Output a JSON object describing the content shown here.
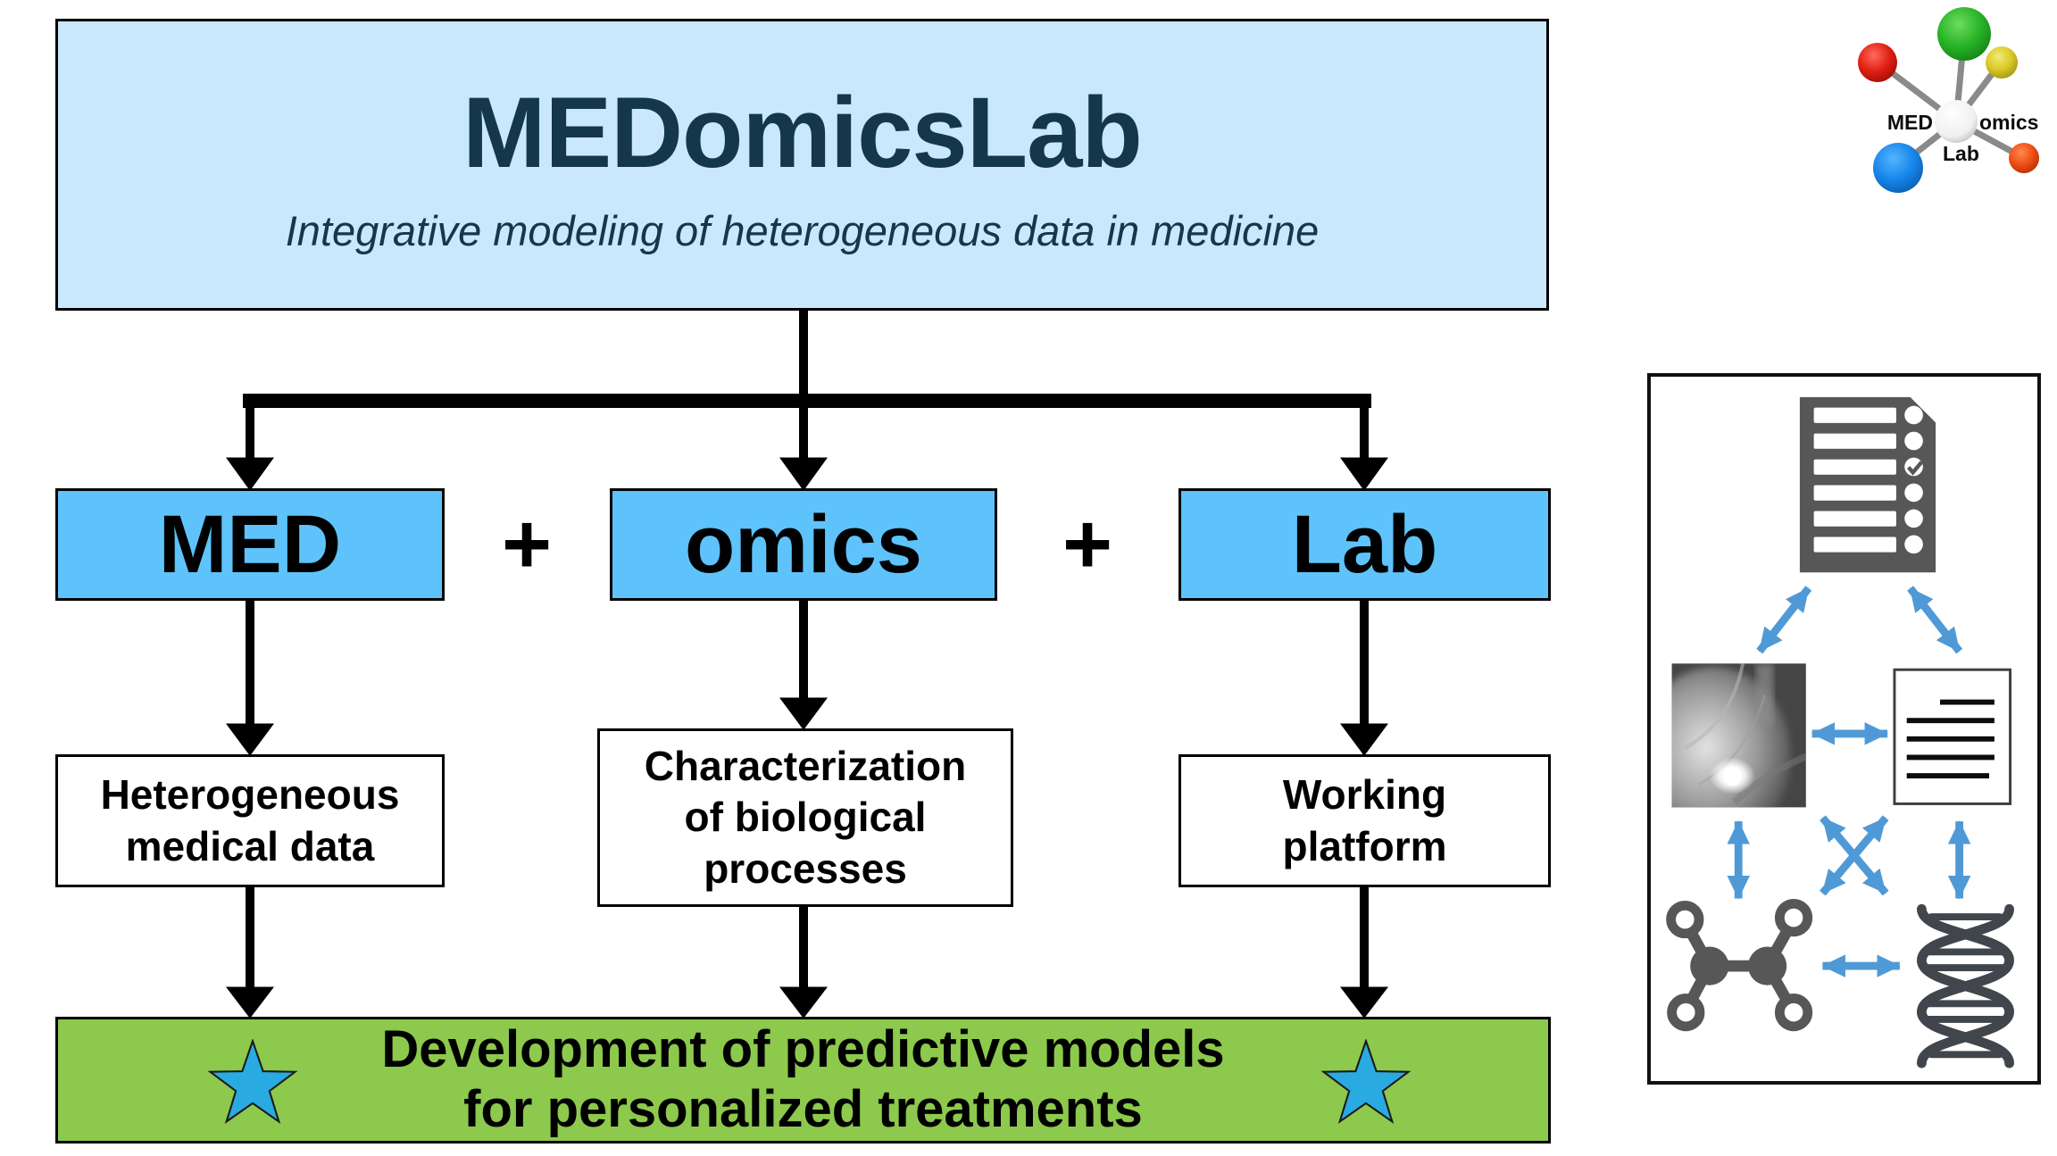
{
  "title_block": {
    "title": "MEDomicsLab",
    "subtitle": "Integrative modeling of heterogeneous data in medicine"
  },
  "logo": {
    "med": "MED",
    "omics": "omics",
    "lab": "Lab"
  },
  "plus_sign": "+",
  "columns": [
    {
      "id": "med",
      "label": "MED",
      "desc_lines": [
        "Heterogeneous",
        "medical data"
      ]
    },
    {
      "id": "omics",
      "label": "omics",
      "desc_lines": [
        "Characterization",
        "of biological",
        "processes"
      ]
    },
    {
      "id": "lab",
      "label": "Lab",
      "desc_lines": [
        "Working",
        "platform"
      ]
    }
  ],
  "outcome": {
    "lines": [
      "Development of predictive models",
      "for personalized treatments"
    ]
  },
  "side_panel": {
    "icons": [
      "checklist-icon",
      "mammogram-image",
      "text-document-icon",
      "molecule-icon",
      "dna-icon"
    ]
  },
  "colors": {
    "title_box_fill": "#c9e8fb",
    "component_box_fill": "#5ec3fa",
    "outcome_box_fill": "#8dc94c",
    "star_fill": "#29abe2",
    "panel_arrow_blue": "#4f9ad6",
    "dark_text": "#14374c",
    "icon_gray": "#575757"
  }
}
